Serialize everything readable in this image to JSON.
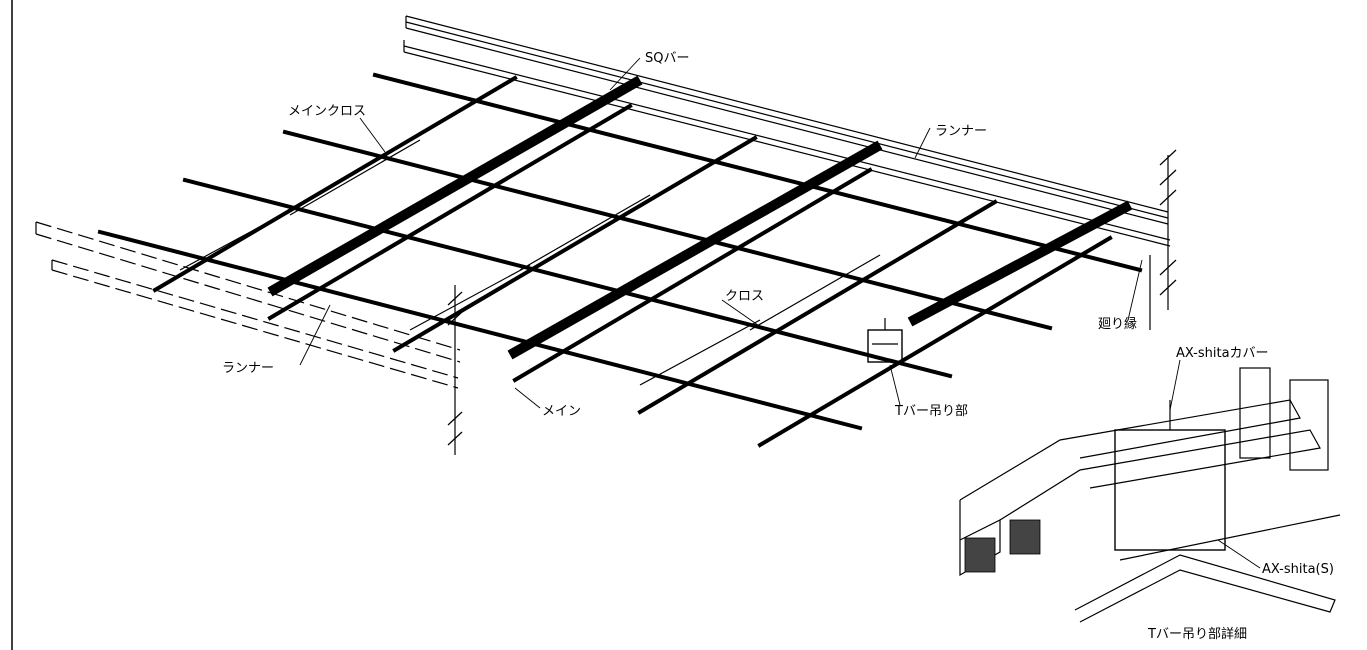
{
  "labels": {
    "sq_bar": "SQバー",
    "main_cross": "メインクロス",
    "runner_top": "ランナー",
    "runner_left": "ランナー",
    "cross": "クロス",
    "main": "メイン",
    "wall_edge": "廻り縁",
    "t_bar_hanger": "Tバー吊り部",
    "ax_shita_cover": "AX-shitaカバー",
    "ax_shita_s": "AX-shita(S)",
    "detail_caption": "Tバー吊り部詳細"
  }
}
